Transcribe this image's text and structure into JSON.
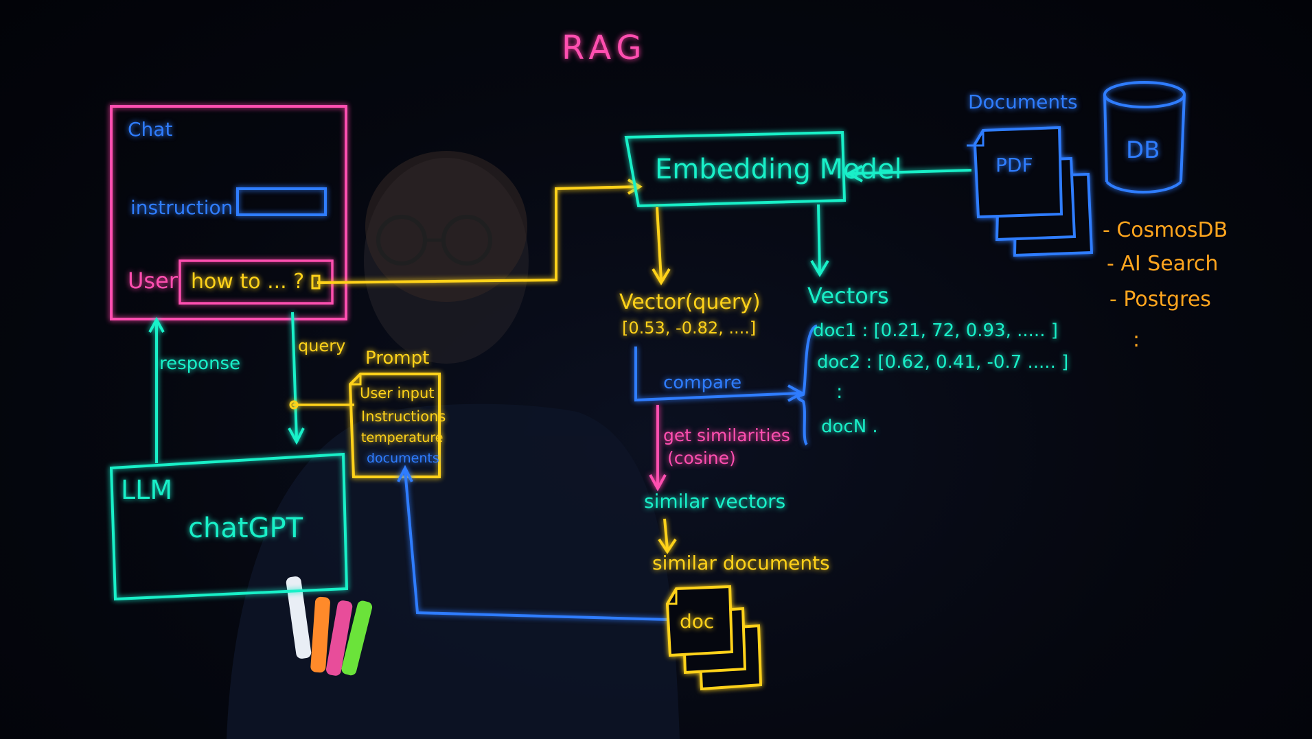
{
  "colors": {
    "pink": "#ff4fb0",
    "blue": "#2f7dff",
    "cyan": "#19f0c8",
    "yellow": "#ffd21a",
    "orange": "#ffa51e",
    "background": "#05070f"
  },
  "title": "RAG",
  "chat": {
    "label": "Chat",
    "instruction_label": "instruction",
    "user_label": "User",
    "user_input_text": "how to ... ?"
  },
  "edges": {
    "response": "response",
    "query": "query",
    "compare": "compare",
    "get_similarities": "get similarities",
    "cosine": "(cosine)"
  },
  "prompt": {
    "label": "Prompt",
    "items": [
      "User input",
      "Instructions",
      "temperature",
      "documents"
    ]
  },
  "llm": {
    "label": "LLM",
    "model": "chatGPT"
  },
  "embedding": {
    "label": "Embedding Model"
  },
  "query_vector": {
    "label": "Vector(query)",
    "values": "[0.53, -0.82, ....]"
  },
  "vectors": {
    "label": "Vectors",
    "rows": [
      "doc1 : [0.21, 72, 0.93, ..... ]",
      "doc2 : [0.62, 0.41, -0.7 ..... ]",
      ":",
      "docN ."
    ]
  },
  "results": {
    "similar_vectors": "similar vectors",
    "similar_documents": "similar documents",
    "doc_label": "doc"
  },
  "sources": {
    "documents_label": "Documents",
    "pdf_label": "PDF",
    "db_label": "DB",
    "stores": [
      "- CosmosDB",
      "- AI Search",
      "- Postgres",
      ":"
    ]
  }
}
